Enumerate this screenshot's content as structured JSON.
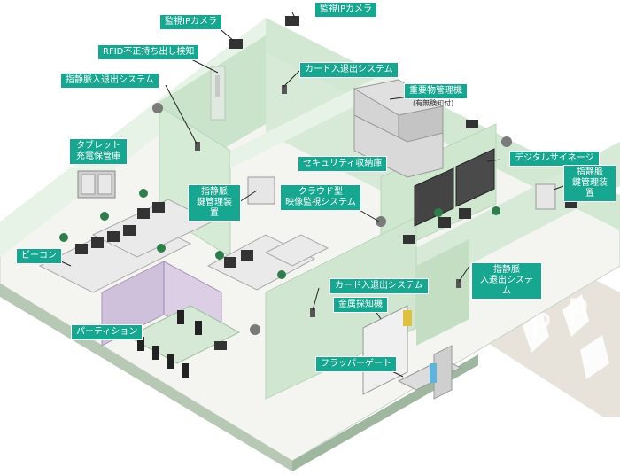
{
  "labels": {
    "ip_camera_top": "監視IPカメラ",
    "ip_camera_2": "監視IPカメラ",
    "rfid": "RFID不正持ち出し検知",
    "card_access_top": "カード入退出システム",
    "finger_access_left": "指静脈入退出システム",
    "important_items_title": "重要物管理機",
    "important_items_sub": "(有無検知付)",
    "tablet_storage_l1": "タブレット",
    "tablet_storage_l2": "充電保管庫",
    "security_storage": "セキュリティ収納庫",
    "digital_signage": "デジタルサイネージ",
    "finger_key_right_l1": "指静脈",
    "finger_key_right_l2": "鍵管理装置",
    "finger_key_center_l1": "指静脈",
    "finger_key_center_l2": "鍵管理装置",
    "cloud_l1": "クラウド型",
    "cloud_l2": "映像監視システム",
    "beacon": "ビーコン",
    "finger_access_right_l1": "指静脈",
    "finger_access_right_l2": "入退出システム",
    "card_access_bottom": "カード入退出システム",
    "metal_detector": "金属探知機",
    "partition": "パーティション",
    "flapper_gate": "フラッパーゲート"
  },
  "floor_marking": "P",
  "colors": {
    "label_bg": "#17a690",
    "wall": "#c9e4cb",
    "wall_top": "#e8f3e8",
    "floor": "#f4f4f1",
    "partition": "#c9b8d8"
  }
}
